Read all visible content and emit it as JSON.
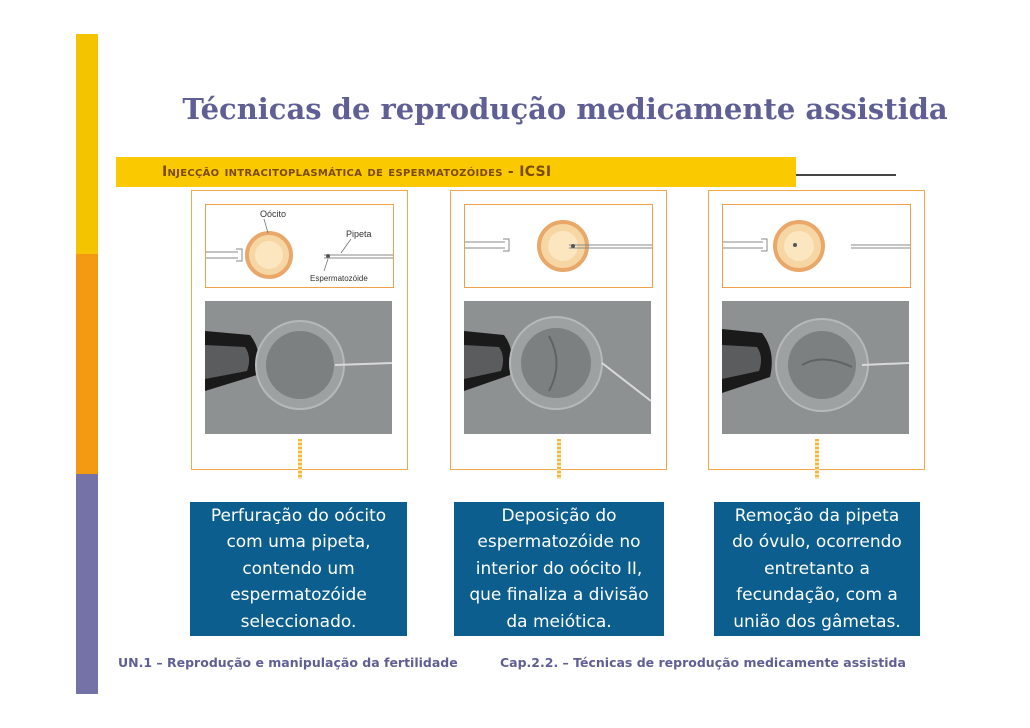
{
  "title": "Técnicas de reprodução medicamente assistida",
  "subtitle": "Injecção intracitoplasmática de espermatozóides - ICSI",
  "diagram_labels": {
    "oocyte": "Oócito",
    "pipette": "Pipeta",
    "sperm": "Espermatozóide"
  },
  "steps": [
    {
      "lines": [
        "Perfuração do oócito",
        "com uma pipeta,",
        "contendo um",
        "espermatozóide",
        "seleccionado."
      ]
    },
    {
      "lines": [
        "Deposição do",
        "espermatozóide no",
        "interior do oócito II,",
        "que finaliza a divisão",
        "da meiótica."
      ]
    },
    {
      "lines": [
        "Remoção da pipeta",
        "do óvulo, ocorrendo",
        "entretanto a",
        "fecundação, com a",
        "união dos gâmetas."
      ]
    }
  ],
  "footer": {
    "left": "UN.1 – Reprodução e manipulação da fertilidade",
    "right": "Cap.2.2. – Técnicas de reprodução medicamente assistida"
  },
  "colors": {
    "title": "#5f5f95",
    "band": "#fbc900",
    "box": "#0b5e8e",
    "panel_border": "#f3a64a"
  }
}
